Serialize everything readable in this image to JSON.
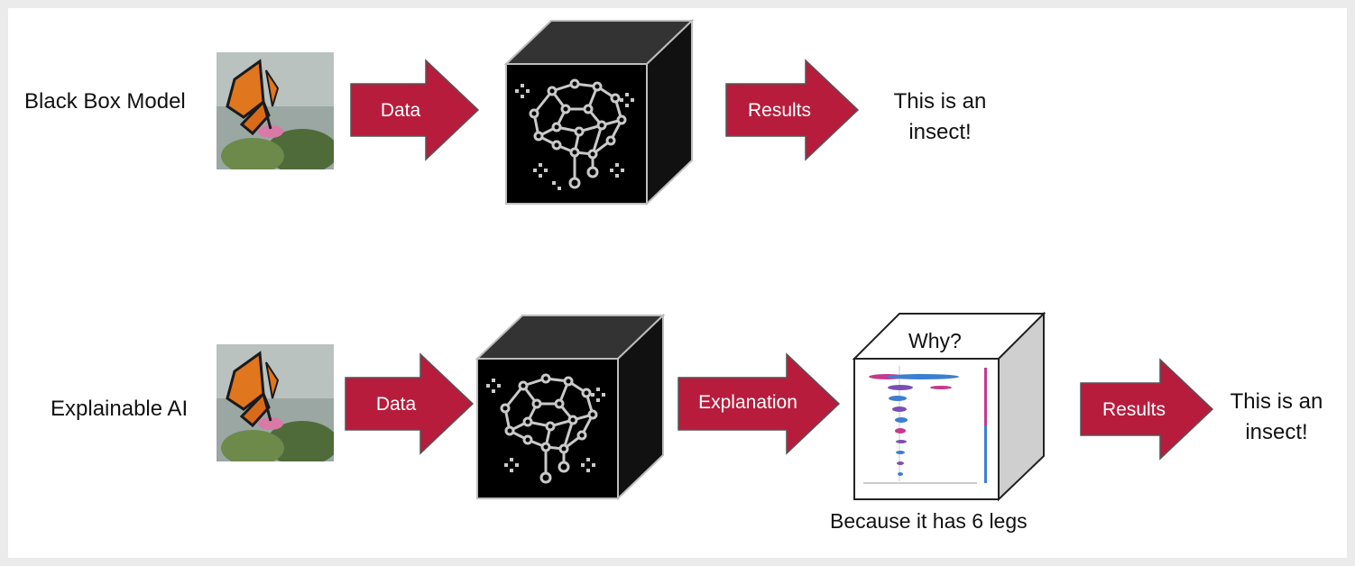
{
  "rows": [
    {
      "label": "Black Box Model",
      "data_arrow": "Data",
      "results_arrow": "Results",
      "result_line1": "This is an",
      "result_line2": "insect!"
    },
    {
      "label": "Explainable AI",
      "data_arrow": "Data",
      "explanation_arrow": "Explanation",
      "why": "Why?",
      "because": "Because it has 6 legs",
      "results_arrow": "Results",
      "result_line1": "This is an",
      "result_line2": "insect!"
    }
  ],
  "colors": {
    "arrow": "#b71c3c",
    "cube": "#000000",
    "network": "#c9c9c9"
  }
}
